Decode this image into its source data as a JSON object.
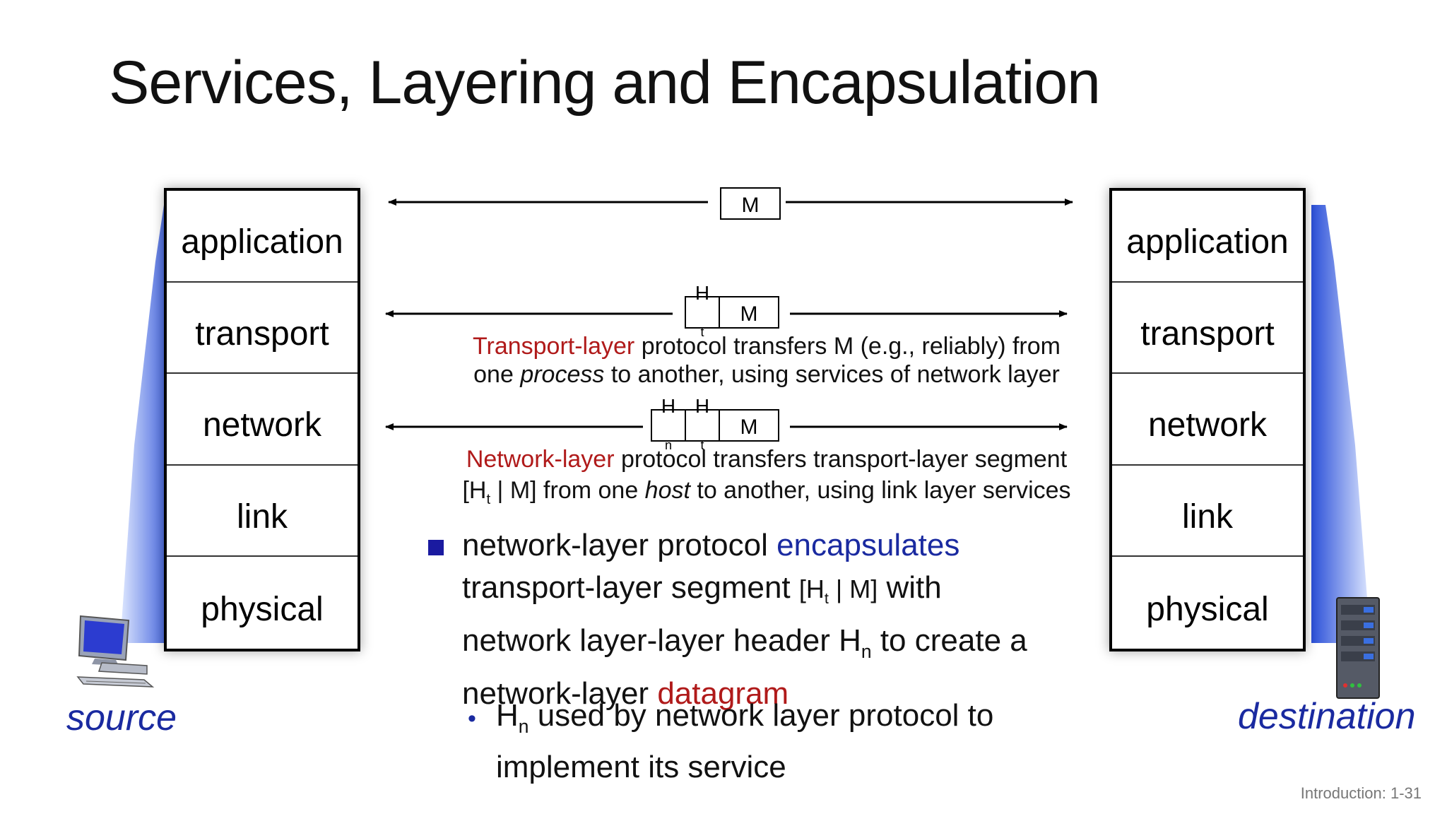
{
  "title": "Services, Layering and Encapsulation",
  "source_stack": {
    "layers": [
      "application",
      "transport",
      "network",
      "link",
      "physical"
    ]
  },
  "dest_stack": {
    "layers": [
      "application",
      "transport",
      "network",
      "link",
      "physical"
    ]
  },
  "messages": {
    "app": {
      "m": "M"
    },
    "transport": {
      "ht": "H",
      "ht_sub": "t",
      "m": "M"
    },
    "network": {
      "hn": "H",
      "hn_sub": "n",
      "ht": "H",
      "ht_sub": "t",
      "m": "M"
    }
  },
  "transport_caption": {
    "red": "Transport-layer",
    "line1_rest": " protocol transfers M (e.g., reliably) from",
    "line2_a": "one ",
    "line2_italic": "process",
    "line2_b": " to another, using services of network layer"
  },
  "network_caption": {
    "red": "Network-layer",
    "line1_rest": " protocol transfers transport-layer segment",
    "line2_a": "[H",
    "line2_sub": "t",
    "line2_b": " | M] from one ",
    "line2_italic": "host",
    "line2_c": " to another, using link layer services"
  },
  "bullet": {
    "l1_a": "network-layer protocol ",
    "l1_blue": "encapsulates",
    "l2_a": "transport-layer segment ",
    "l2_bracket_a": "[H",
    "l2_bracket_sub": "t",
    "l2_bracket_b": " | M]",
    "l2_b": " with",
    "l3_a": "network layer-layer header H",
    "l3_sub": "n",
    "l3_b": " to create a",
    "l4_a": "network-layer ",
    "l4_red": "datagram"
  },
  "sub_bullet": {
    "a": "H",
    "sub": "n",
    "b": " used by network layer protocol to",
    "c": "implement its service"
  },
  "source_label": "source",
  "destination_label": "destination",
  "footer": "Introduction: 1-31",
  "colors": {
    "accent_blue": "#1a2aa0",
    "accent_red": "#b01a1a",
    "beam_blue": "#2a4fd8"
  },
  "icons": {
    "source": "computer-icon",
    "destination": "server-icon"
  }
}
